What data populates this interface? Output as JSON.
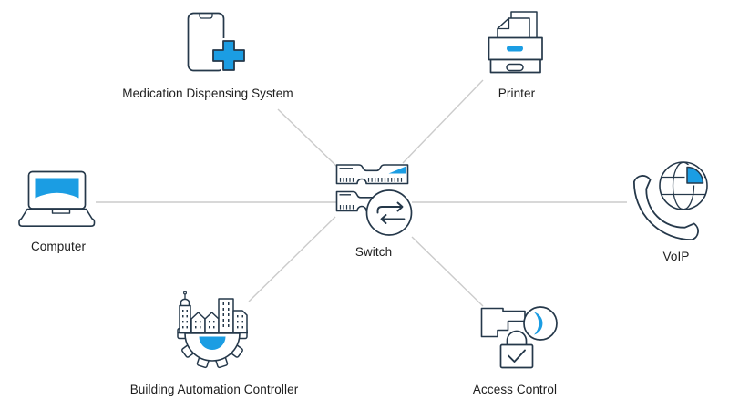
{
  "diagram": {
    "type": "network-topology",
    "center_node": "Switch",
    "colors": {
      "accent_blue": "#1b9de3",
      "icon_outline": "#25384a",
      "connector_line": "#cbcbcb",
      "label_text": "#1d1d1d",
      "background": "#ffffff"
    },
    "nodes": [
      {
        "id": "medication",
        "label": "Medication Dispensing System",
        "icon": "smartphone-medical-cross-icon",
        "connected_to": "switch"
      },
      {
        "id": "printer",
        "label": "Printer",
        "icon": "printer-icon",
        "connected_to": "switch"
      },
      {
        "id": "computer",
        "label": "Computer",
        "icon": "laptop-icon",
        "connected_to": "switch"
      },
      {
        "id": "switch",
        "label": "Switch",
        "icon": "network-switch-arrows-icon",
        "connected_to": null
      },
      {
        "id": "voip",
        "label": "VoIP",
        "icon": "handset-globe-icon",
        "connected_to": "switch"
      },
      {
        "id": "building",
        "label": "Building Automation Controller",
        "icon": "city-skyline-gear-icon",
        "connected_to": "switch"
      },
      {
        "id": "access",
        "label": "Access Control",
        "icon": "key-padlock-check-icon",
        "connected_to": "switch"
      }
    ],
    "edges": [
      {
        "from": "medication",
        "to": "switch"
      },
      {
        "from": "printer",
        "to": "switch"
      },
      {
        "from": "computer",
        "to": "switch"
      },
      {
        "from": "voip",
        "to": "switch"
      },
      {
        "from": "building",
        "to": "switch"
      },
      {
        "from": "access",
        "to": "switch"
      }
    ]
  }
}
